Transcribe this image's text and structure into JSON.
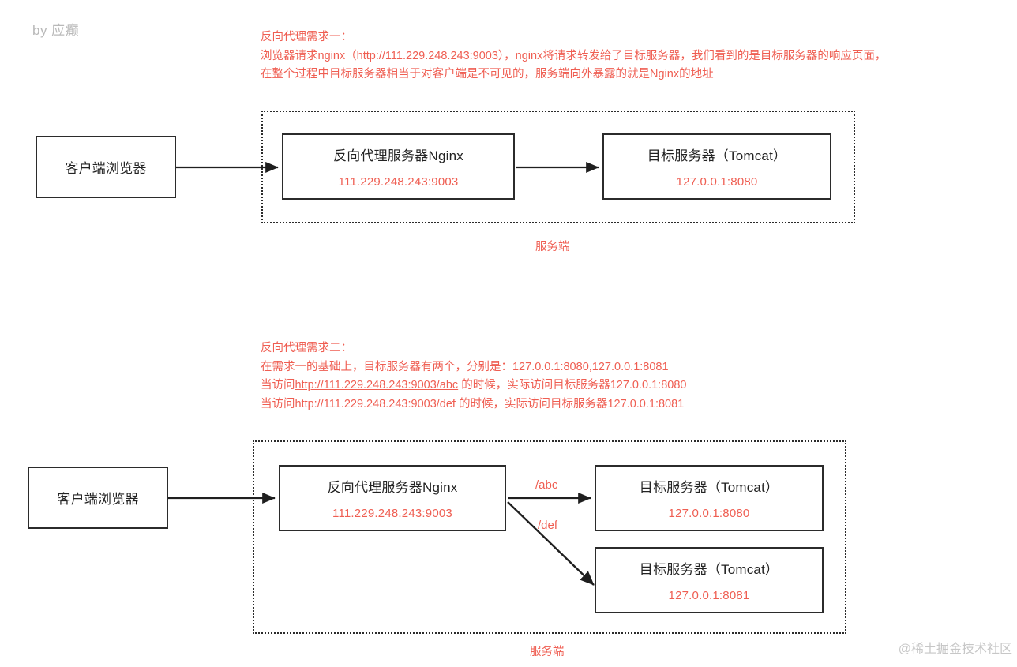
{
  "byline": "by 应癫",
  "watermark": "@稀土掘金技术社区",
  "colors": {
    "red": "#ef5e52",
    "ink": "#2b2b2b",
    "muted": "#c0c0c0"
  },
  "note_one": {
    "lines": [
      "反向代理需求一：",
      "浏览器请求nginx（http://111.229.248.243:9003），nginx将请求转发给了目标服务器，我们看到的是目标服务器的响应页面，",
      "在整个过程中目标服务器相当于对客户端是不可见的，服务端向外暴露的就是Nginx的地址"
    ]
  },
  "note_two": {
    "lines": [
      "反向代理需求二：",
      "在需求一的基础上，目标服务器有两个，分别是：127.0.0.1:8080,127.0.0.1:8081",
      "当访问http://111.229.248.243:9003/abc 的时候，实际访问目标服务器127.0.0.1:8080",
      "当访问http://111.229.248.243:9003/def 的时候，实际访问目标服务器127.0.0.1:8081"
    ],
    "line3_prefix": "当访问",
    "line3_url": "http://111.229.248.243:9003/abc",
    "line3_suffix": " 的时候，实际访问目标服务器127.0.0.1:8080",
    "line4_prefix": "当访问",
    "line4_url": "http://111.229.248.243:9003/def",
    "line4_suffix": " 的时候，实际访问目标服务器127.0.0.1:8081"
  },
  "diagram_one": {
    "client": {
      "title": "客户端浏览器"
    },
    "nginx": {
      "title": "反向代理服务器Nginx",
      "addr": "111.229.248.243:9003"
    },
    "tomcat": {
      "title": "目标服务器（Tomcat）",
      "addr": "127.0.0.1:8080"
    },
    "group_label": "服务端"
  },
  "diagram_two": {
    "client": {
      "title": "客户端浏览器"
    },
    "nginx": {
      "title": "反向代理服务器Nginx",
      "addr": "111.229.248.243:9003"
    },
    "tomcat_a": {
      "title": "目标服务器（Tomcat）",
      "addr": "127.0.0.1:8080"
    },
    "tomcat_b": {
      "title": "目标服务器（Tomcat）",
      "addr": "127.0.0.1:8081"
    },
    "path_abc": "/abc",
    "path_def": "/def",
    "group_label": "服务端"
  }
}
